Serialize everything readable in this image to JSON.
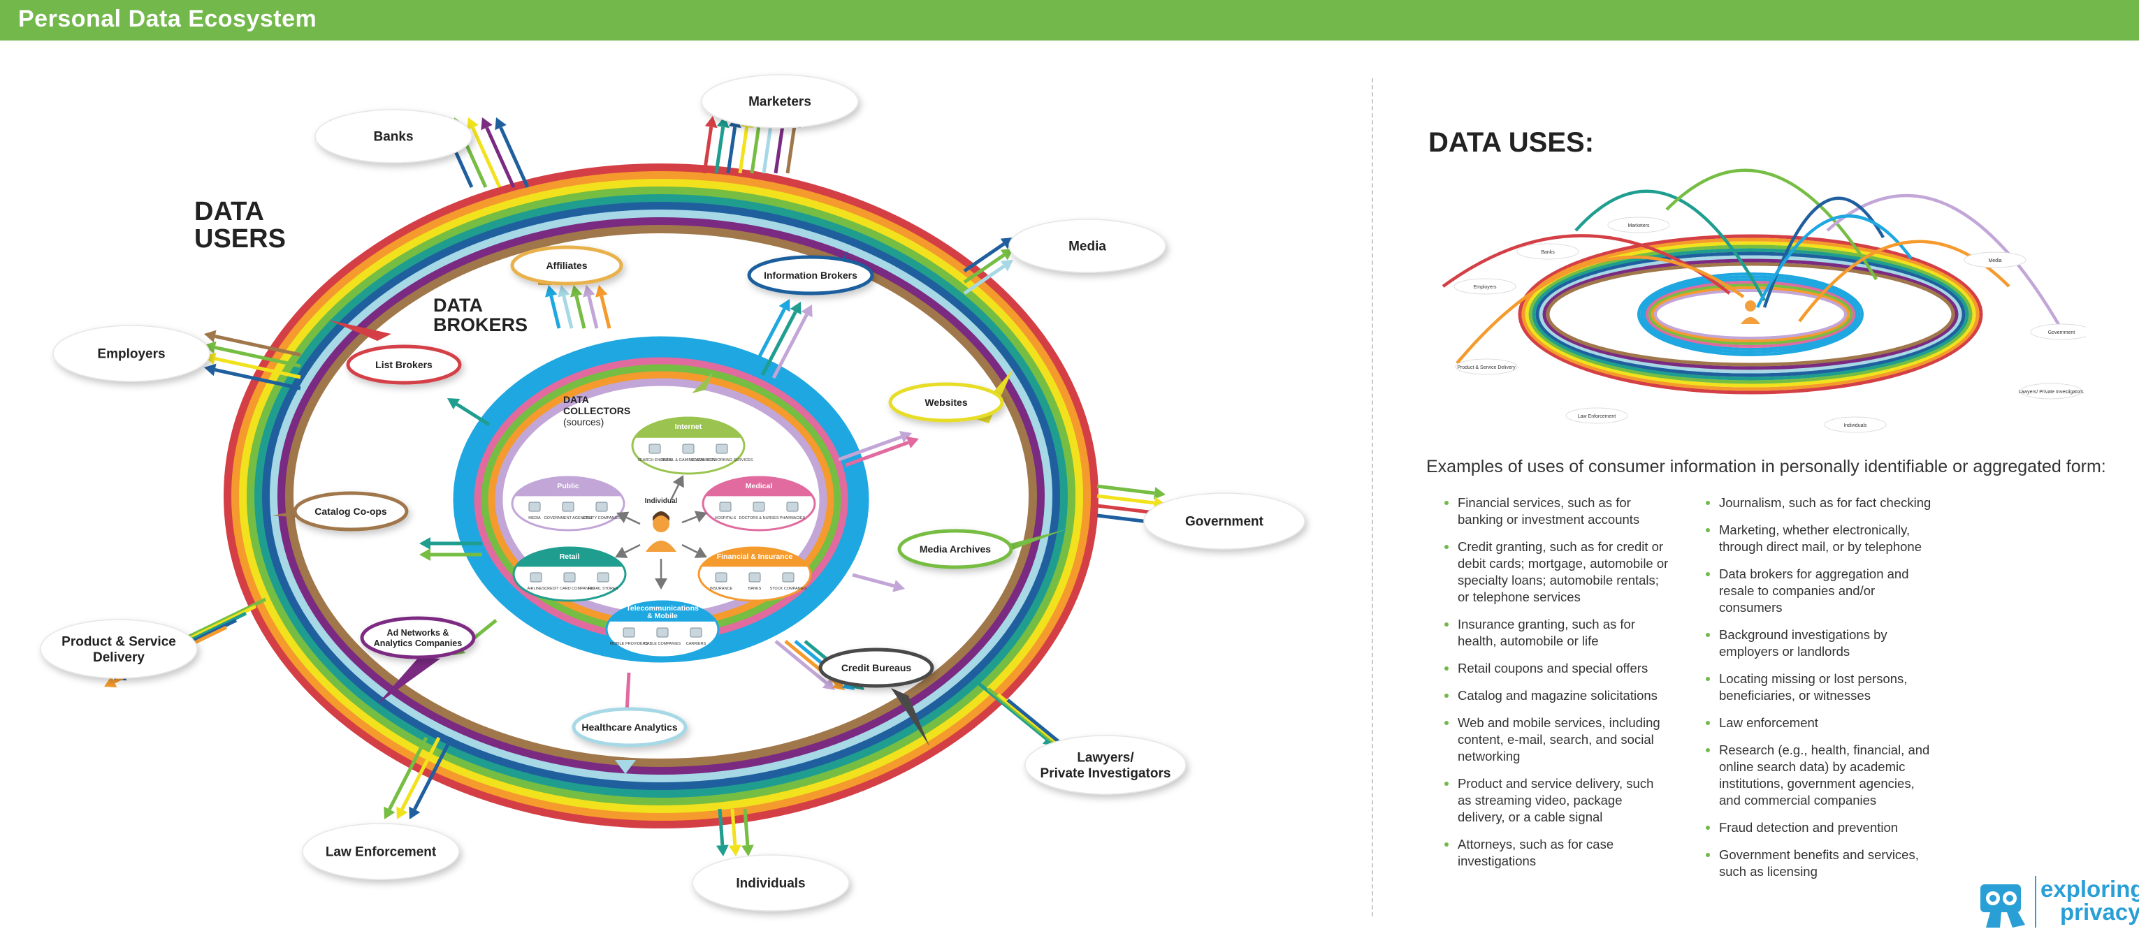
{
  "header": {
    "title": "Personal Data Ecosystem"
  },
  "diagram": {
    "data_users_label": [
      "DATA",
      "USERS"
    ],
    "data_brokers_label": [
      "DATA",
      "BROKERS"
    ],
    "data_collectors_label": [
      "DATA",
      "COLLECTORS",
      "(sources)"
    ],
    "center_label": "Individual",
    "users": [
      {
        "id": "banks",
        "lines": [
          "Banks"
        ]
      },
      {
        "id": "marketers",
        "lines": [
          "Marketers"
        ]
      },
      {
        "id": "media",
        "lines": [
          "Media"
        ]
      },
      {
        "id": "employers",
        "lines": [
          "Employers"
        ]
      },
      {
        "id": "government",
        "lines": [
          "Government"
        ]
      },
      {
        "id": "product-delivery",
        "lines": [
          "Product & Service",
          "Delivery"
        ]
      },
      {
        "id": "lawyers",
        "lines": [
          "Lawyers/",
          "Private Investigators"
        ]
      },
      {
        "id": "law-enforcement",
        "lines": [
          "Law Enforcement"
        ]
      },
      {
        "id": "individuals",
        "lines": [
          "Individuals"
        ]
      }
    ],
    "brokers": [
      {
        "id": "affiliates",
        "lines": [
          "Affiliates"
        ]
      },
      {
        "id": "information-brokers",
        "lines": [
          "Information Brokers"
        ]
      },
      {
        "id": "list-brokers",
        "lines": [
          "List Brokers"
        ]
      },
      {
        "id": "websites",
        "lines": [
          "Websites"
        ]
      },
      {
        "id": "catalog-coops",
        "lines": [
          "Catalog Co-ops"
        ]
      },
      {
        "id": "media-archives",
        "lines": [
          "Media Archives"
        ]
      },
      {
        "id": "ad-networks",
        "lines": [
          "Ad Networks &",
          "Analytics Companies"
        ]
      },
      {
        "id": "credit-bureaus",
        "lines": [
          "Credit Bureaus"
        ]
      },
      {
        "id": "healthcare-analytics",
        "lines": [
          "Healthcare Analytics"
        ]
      }
    ],
    "collectors": [
      {
        "id": "internet",
        "lines": [
          "Internet"
        ],
        "items": [
          "SEARCH ENGINES",
          "RETAIL & GAMING WEBSITES",
          "SOCIAL NETWORKING SERVICES"
        ]
      },
      {
        "id": "public",
        "lines": [
          "Public"
        ],
        "items": [
          "MEDIA",
          "GOVERNMENT AGENCIES",
          "UTILITY COMPANIES"
        ]
      },
      {
        "id": "medical",
        "lines": [
          "Medical"
        ],
        "items": [
          "HOSPITALS",
          "DOCTORS & NURSES",
          "PHARMACIES"
        ]
      },
      {
        "id": "retail",
        "lines": [
          "Retail"
        ],
        "items": [
          "AIRLINES",
          "CREDIT CARD COMPANIES",
          "RETAIL STORES"
        ]
      },
      {
        "id": "financial",
        "lines": [
          "Financial & Insurance"
        ],
        "items": [
          "INSURANCE",
          "BANKS",
          "STOCK COMPANIES"
        ]
      },
      {
        "id": "telecom",
        "lines": [
          "Telecommunications",
          "& Mobile"
        ],
        "items": [
          "MOBILE PROVIDERS",
          "CABLE COMPANIES",
          "CARRIERS"
        ]
      }
    ],
    "colors": {
      "red": "#d43f46",
      "orange": "#f59a2d",
      "yellow": "#f1e21d",
      "green": "#76bd43",
      "teal": "#1f9e8f",
      "blue": "#1f5f9e",
      "lightblue": "#a6d8e6",
      "purple": "#7b2a82",
      "brown": "#a0774b",
      "pink": "#e16b9f",
      "lavender": "#c2a6d7",
      "cyan": "#1ea7e0"
    }
  },
  "uses": {
    "title": "DATA USES:",
    "intro": "Examples of uses of consumer information in personally identifiable or aggregated form:",
    "mini_labels": [
      "Banks",
      "Marketers",
      "Media",
      "Employers",
      "Government",
      "Product & Service Delivery",
      "Lawyers/ Private Investigators",
      "Law Enforcement",
      "Individuals"
    ],
    "left_column": [
      "Financial services, such as for banking or investment accounts",
      "Credit granting, such as for credit or debit cards; mortgage, automobile or specialty loans; automobile rentals; or telephone services",
      "Insurance granting, such as for health, automobile or life",
      "Retail coupons and special offers",
      "Catalog and magazine solicitations",
      "Web and mobile services, including content, e-mail, search, and social networking",
      "Product and service delivery, such as streaming video, package delivery, or a cable signal",
      "Attorneys, such as for case investigations"
    ],
    "right_column": [
      "Journalism, such as for fact checking",
      "Marketing, whether electronically, through direct mail, or by telephone",
      "Data brokers for aggregation and resale to companies and/or consumers",
      "Background investigations by employers or landlords",
      "Locating missing or lost persons, beneficiaries, or witnesses",
      "Law enforcement",
      "Research (e.g., health, financial, and online search data) by academic institutions, government agencies, and commercial companies",
      "Fraud detection and prevention",
      "Government benefits and services, such as licensing"
    ]
  },
  "logo": {
    "line1": "exploring",
    "line2": "privacy"
  }
}
